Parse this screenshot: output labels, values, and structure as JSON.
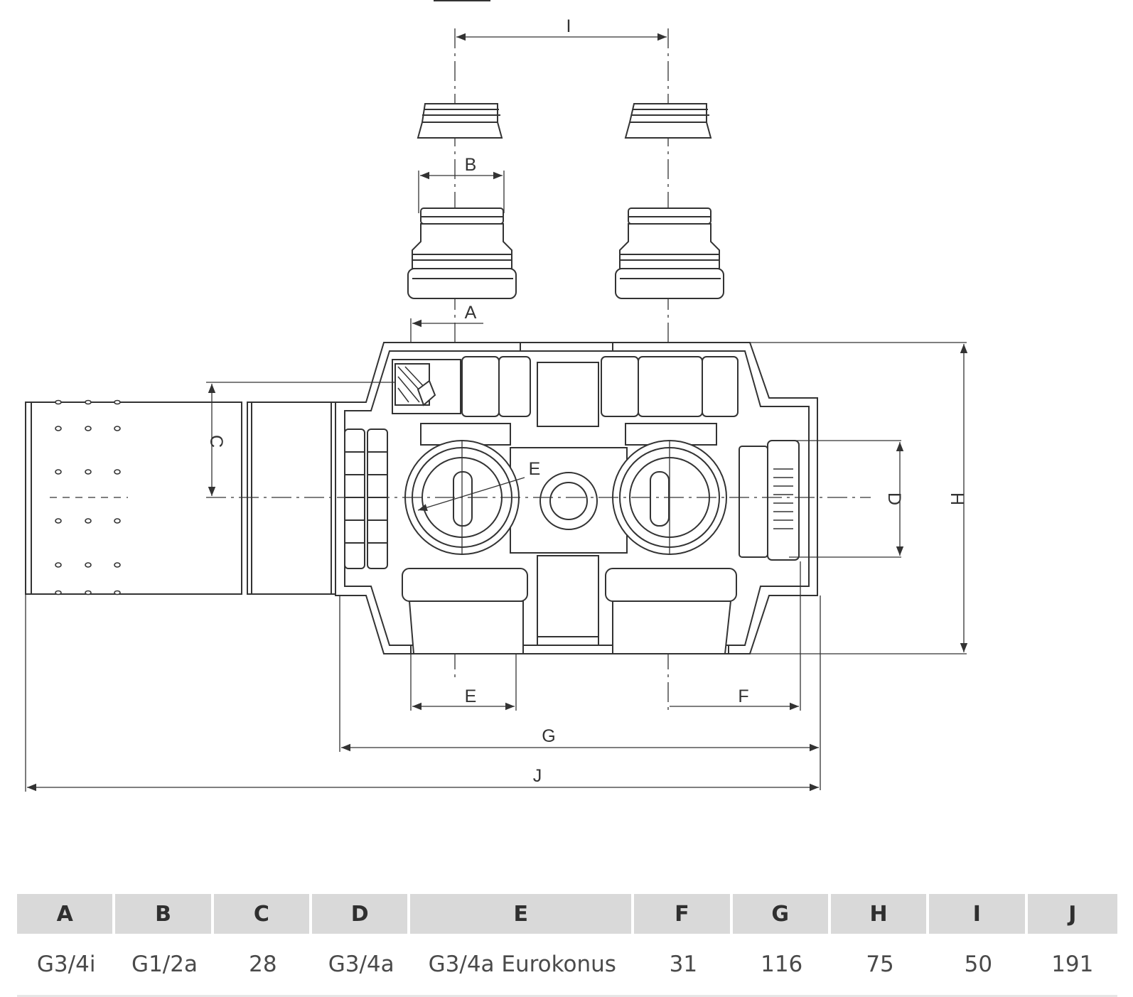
{
  "diagram": {
    "labels": {
      "A": "A",
      "B": "B",
      "C": "C",
      "D": "D",
      "E_body": "E",
      "E_bottom": "E",
      "F": "F",
      "G": "G",
      "H": "H",
      "I": "I",
      "J": "J"
    }
  },
  "table": {
    "headers": [
      "A",
      "B",
      "C",
      "D",
      "E",
      "F",
      "G",
      "H",
      "I",
      "J"
    ],
    "values": [
      "G3/4i",
      "G1/2a",
      "28",
      "G3/4a",
      "G3/4a Eurokonus",
      "31",
      "116",
      "75",
      "50",
      "191"
    ]
  },
  "colors": {
    "line": "#333333",
    "header_bg": "#d9d9d9",
    "text": "#4a4a4a"
  }
}
